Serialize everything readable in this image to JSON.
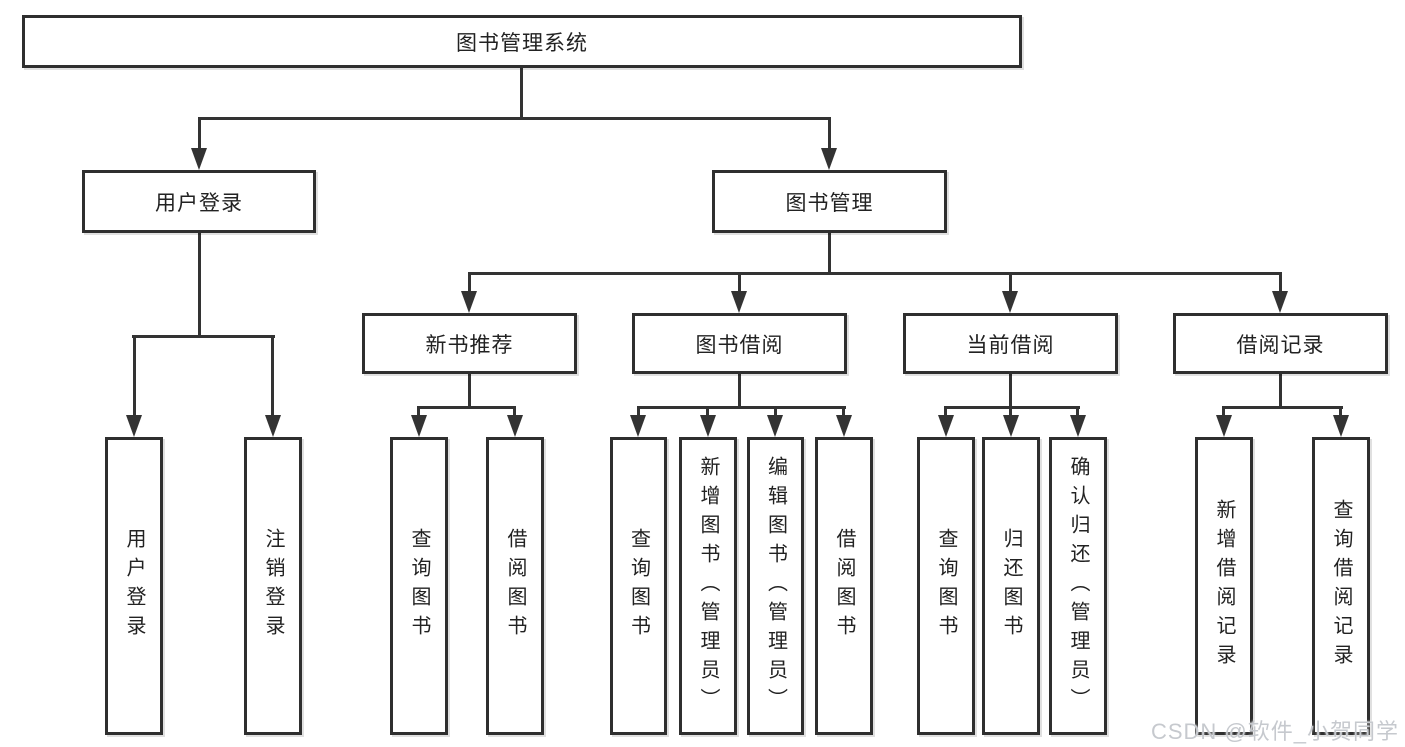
{
  "diagram": {
    "root": {
      "label": "图书管理系统"
    },
    "level2": [
      {
        "label": "用户登录",
        "leaves": [
          "用户登录",
          "注销登录"
        ]
      },
      {
        "label": "图书管理",
        "groups": [
          {
            "label": "新书推荐",
            "leaves": [
              "查询图书",
              "借阅图书"
            ]
          },
          {
            "label": "图书借阅",
            "leaves": [
              "查询图书",
              "新增图书（管理员）",
              "编辑图书（管理员）",
              "借阅图书"
            ]
          },
          {
            "label": "当前借阅",
            "leaves": [
              "查询图书",
              "归还图书",
              "确认归还（管理员）"
            ]
          },
          {
            "label": "借阅记录",
            "leaves": [
              "新增借阅记录",
              "查询借阅记录"
            ]
          }
        ]
      }
    ]
  },
  "watermark": {
    "text": "CSDN @软件_小贺同学"
  },
  "colors": {
    "line": "#333333",
    "box_border": "#2f2f2f",
    "background": "#ffffff",
    "text": "#222222",
    "watermark": "#c6c9ce"
  }
}
